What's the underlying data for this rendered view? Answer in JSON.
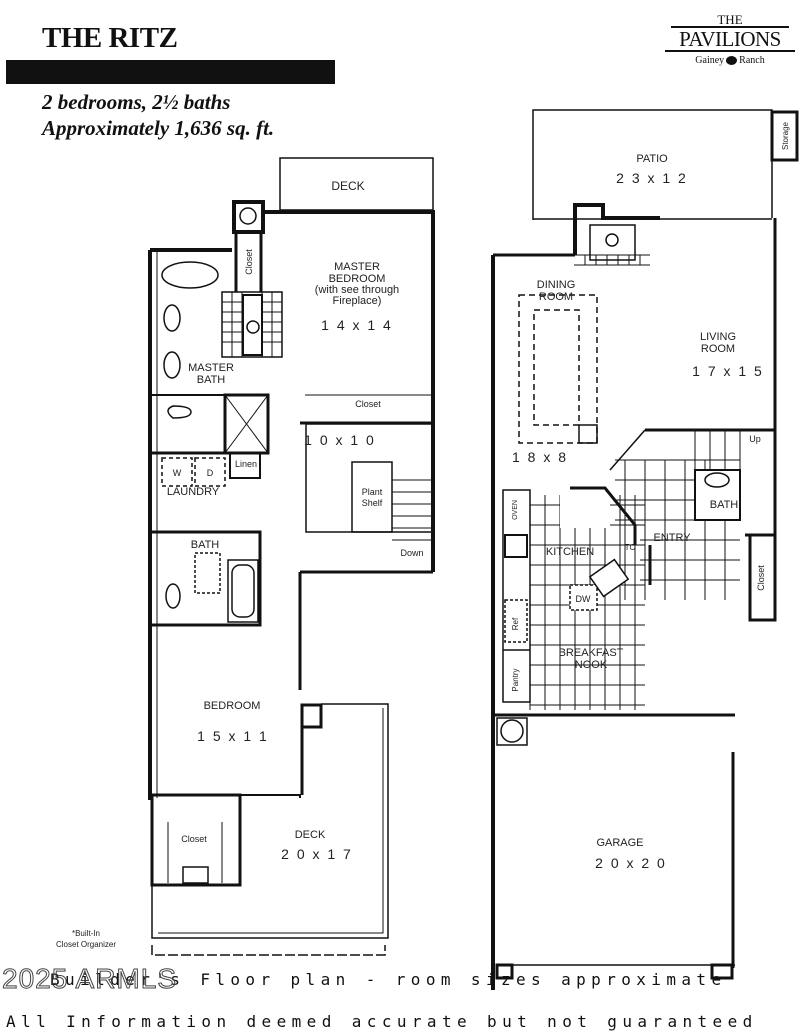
{
  "header": {
    "title": "THE RITZ",
    "summary_line1": "2 bedrooms, 2½ baths",
    "summary_line2": "Approximately 1,636 sq. ft."
  },
  "logo": {
    "line1": "THE",
    "line2": "PAVILIONS",
    "line3_left": "Gainey",
    "line3_right": "Ranch"
  },
  "upper_floor": {
    "deck_top": "DECK",
    "master_bedroom": [
      "MASTER",
      "BEDROOM",
      "(with see through",
      "Fireplace)"
    ],
    "master_bedroom_size": "1 4 x 1 4",
    "master_bath": [
      "MASTER",
      "BATH"
    ],
    "closet_vertical": "Closet",
    "closet_star": "Closet",
    "loft_size": "1 0 x 1 0",
    "plant_shelf": [
      "Plant",
      "Shelf"
    ],
    "down": "Down",
    "linen": "Linen",
    "washer": "W",
    "dryer": "D",
    "laundry": "LAUNDRY",
    "bath": "BATH",
    "bedroom": "BEDROOM",
    "bedroom_size": "1 5 x 1 1",
    "closet_lower": "Closet",
    "deck_lower": "DECK",
    "deck_lower_size": "2 0 x 1 7",
    "builtin_note": [
      "*Built-In",
      "Closet Organizer"
    ]
  },
  "lower_floor": {
    "patio": "PATIO",
    "patio_size": "2 3 x 1 2",
    "storage": "Storage",
    "dining_room": [
      "DINING",
      "ROOM"
    ],
    "dining_size": "1 8 x 8",
    "living_room": [
      "LIVING",
      "ROOM"
    ],
    "living_size": "1 7 x 1 5",
    "up": "Up",
    "bath": "BATH",
    "entry": "ENTRY",
    "closet": "Closet",
    "oven": "OVEN",
    "kitchen": "KITCHEN",
    "tc": "TC",
    "dw": "DW",
    "ref": "Ref",
    "pantry": "Pantry",
    "breakfast_nook": [
      "BREAKFAST",
      "NOOK"
    ],
    "garage": "GARAGE",
    "garage_size": "2 0 x 2 0"
  },
  "footer": {
    "line1": "Builder's Floor plan - room sizes approximate",
    "line2": "All Information deemed accurate but not guaranteed",
    "watermark": "2025 ARMLS"
  }
}
